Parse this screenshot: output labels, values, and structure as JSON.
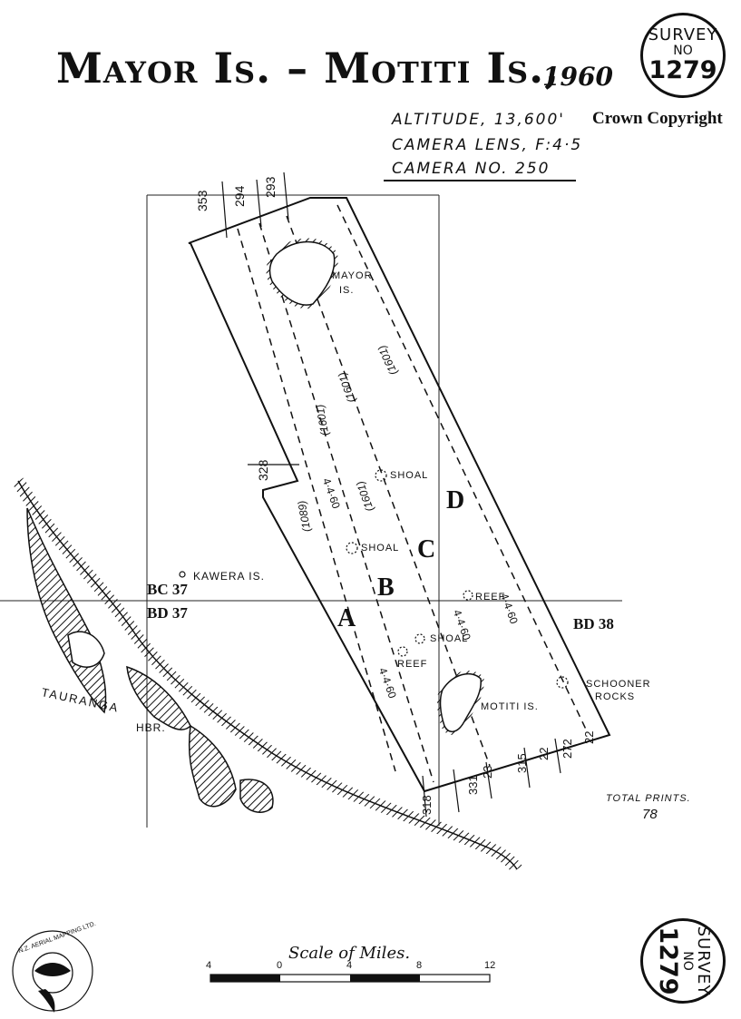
{
  "title": "Mayor Is. – Motiti Is.,",
  "year": "1960",
  "survey_stamp": {
    "word": "SURVEY",
    "no": "NO",
    "number": "1279"
  },
  "flight_info": {
    "altitude": "ALTITUDE, 13,600'",
    "lens": "CAMERA LENS, F:4·5",
    "camera": "CAMERA NO. 250"
  },
  "copyright": "Crown Copyright",
  "top_numbers": [
    "353",
    "294",
    "293"
  ],
  "side_numbers": [
    "328",
    "318",
    "331",
    "315",
    "272"
  ],
  "bottom_small_numbers": [
    "23",
    "22",
    "22"
  ],
  "sheet_labels": {
    "bc37": "BC 37",
    "bd37": "BD 37",
    "bd38": "BD 38"
  },
  "strips": [
    "A",
    "B",
    "C",
    "D"
  ],
  "run_labels": [
    "(1601)",
    "(1601)",
    "(1601)",
    "(1601)",
    "(1089)"
  ],
  "dates": [
    "4·4·60",
    "4·4·60",
    "4·4·60",
    "4·4·60"
  ],
  "places": {
    "mayor": "MAYOR",
    "mayor_is": "IS.",
    "motiti": "MOTITI IS.",
    "kawera": "KAWERA IS.",
    "tauranga": "TAURANGA",
    "hbr": "HBR.",
    "schooner": "SCHOONER",
    "rocks": "ROCKS",
    "shoal": "SHOAL",
    "reef": "REEF"
  },
  "total_prints_label": "TOTAL PRINTS.",
  "total_prints": "78",
  "scale": {
    "title": "Scale of Miles.",
    "ticks": [
      "4",
      "0",
      "4",
      "8",
      "12"
    ]
  },
  "logo_text": "N.Z. AERIAL MAPPING LTD."
}
